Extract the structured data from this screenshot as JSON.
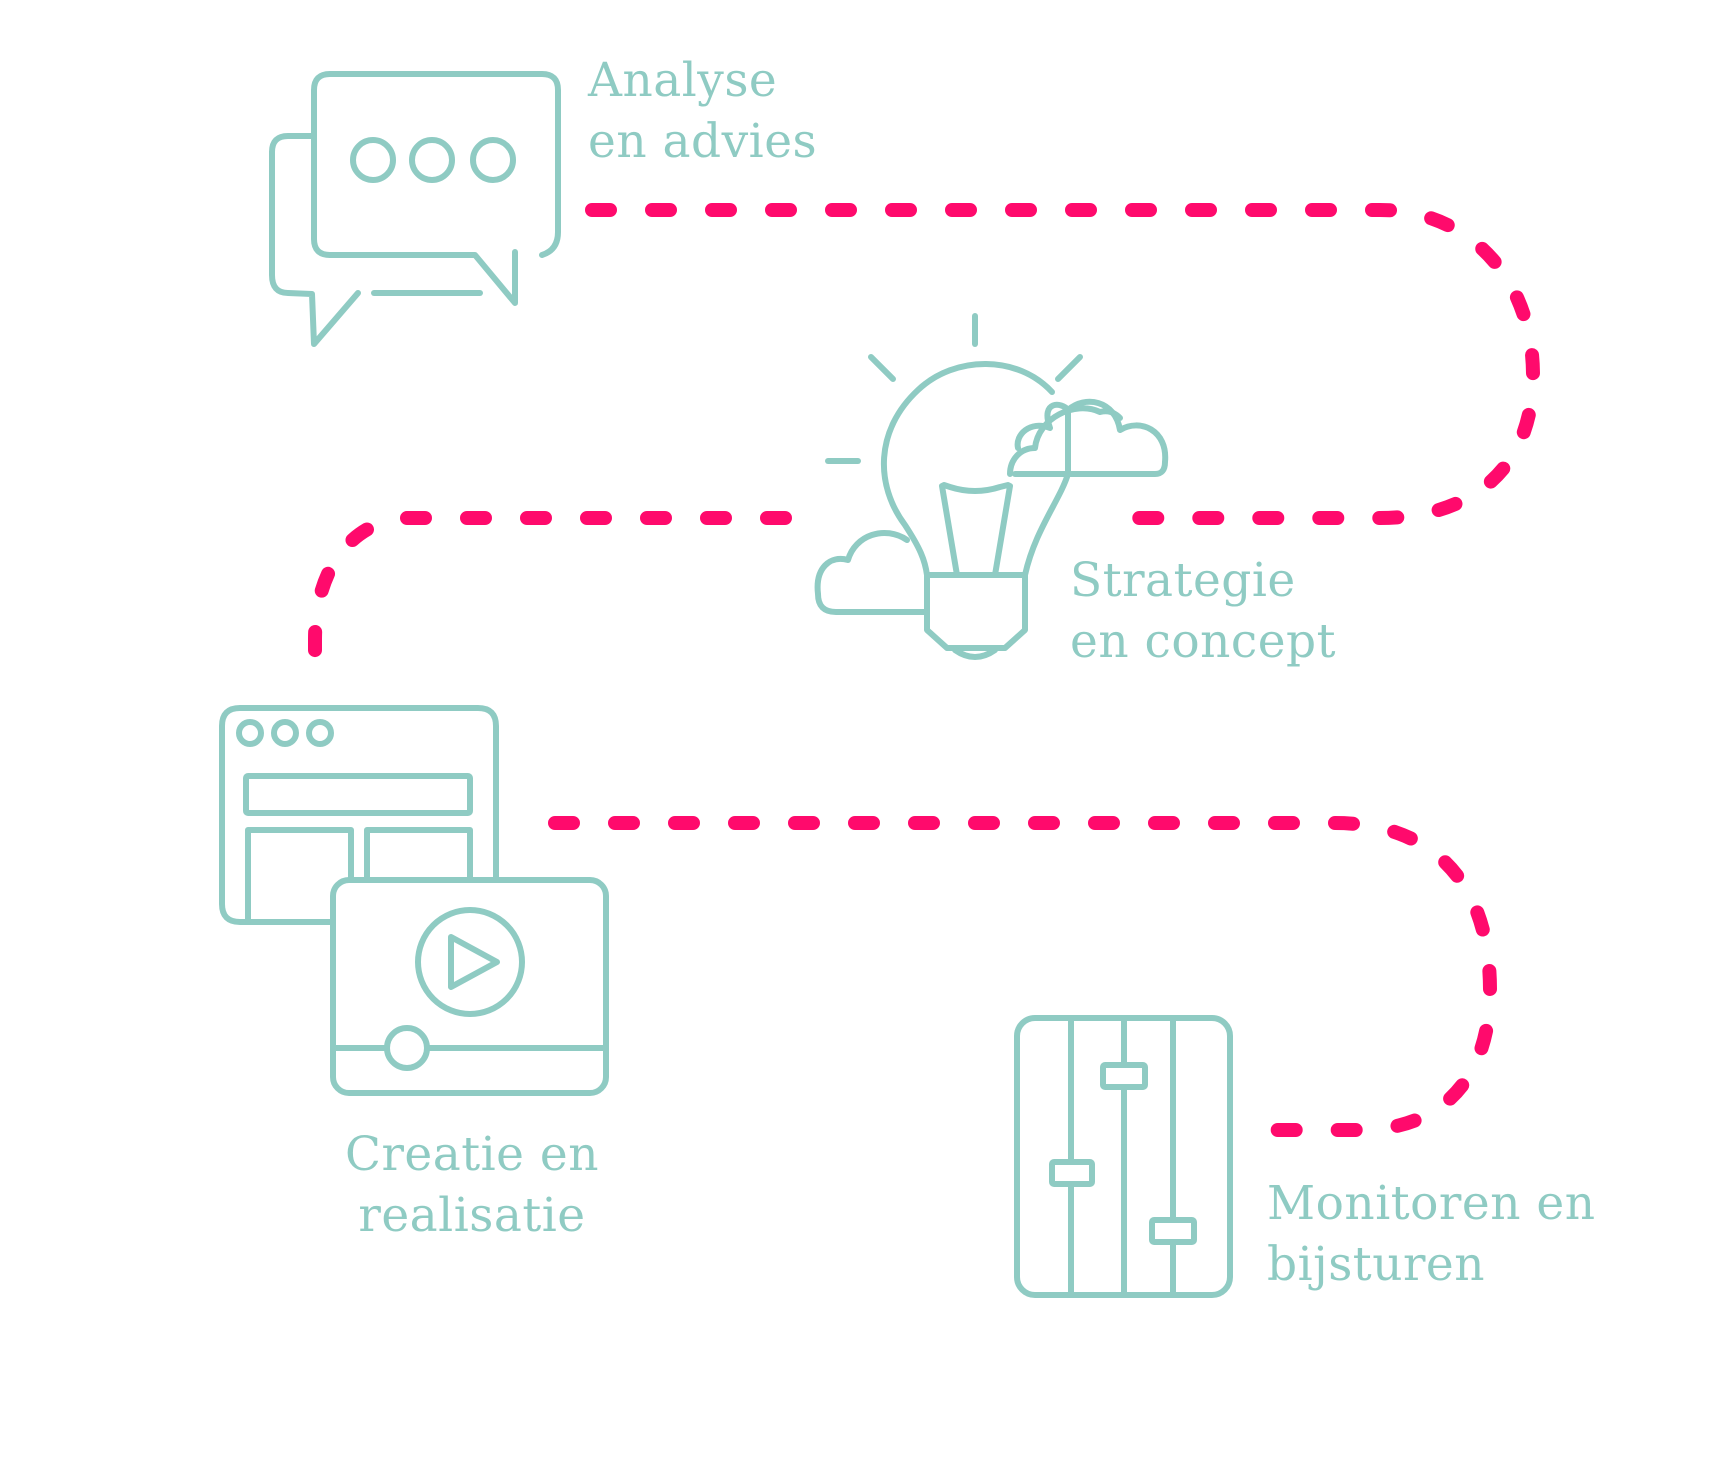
{
  "colors": {
    "icon": "#8fcbc3",
    "path": "#ff0a6c",
    "background": "#ffffff"
  },
  "steps": [
    {
      "icon": "chat-bubbles-icon",
      "label_line1": "Analyse",
      "label_line2": "en advies"
    },
    {
      "icon": "lightbulb-clouds-icon",
      "label_line1": "Strategie",
      "label_line2": "en concept"
    },
    {
      "icon": "browser-video-icon",
      "label_line1": "Creatie en",
      "label_line2": "realisatie"
    },
    {
      "icon": "sliders-icon",
      "label_line1": "Monitoren en",
      "label_line2": "bijsturen"
    }
  ]
}
